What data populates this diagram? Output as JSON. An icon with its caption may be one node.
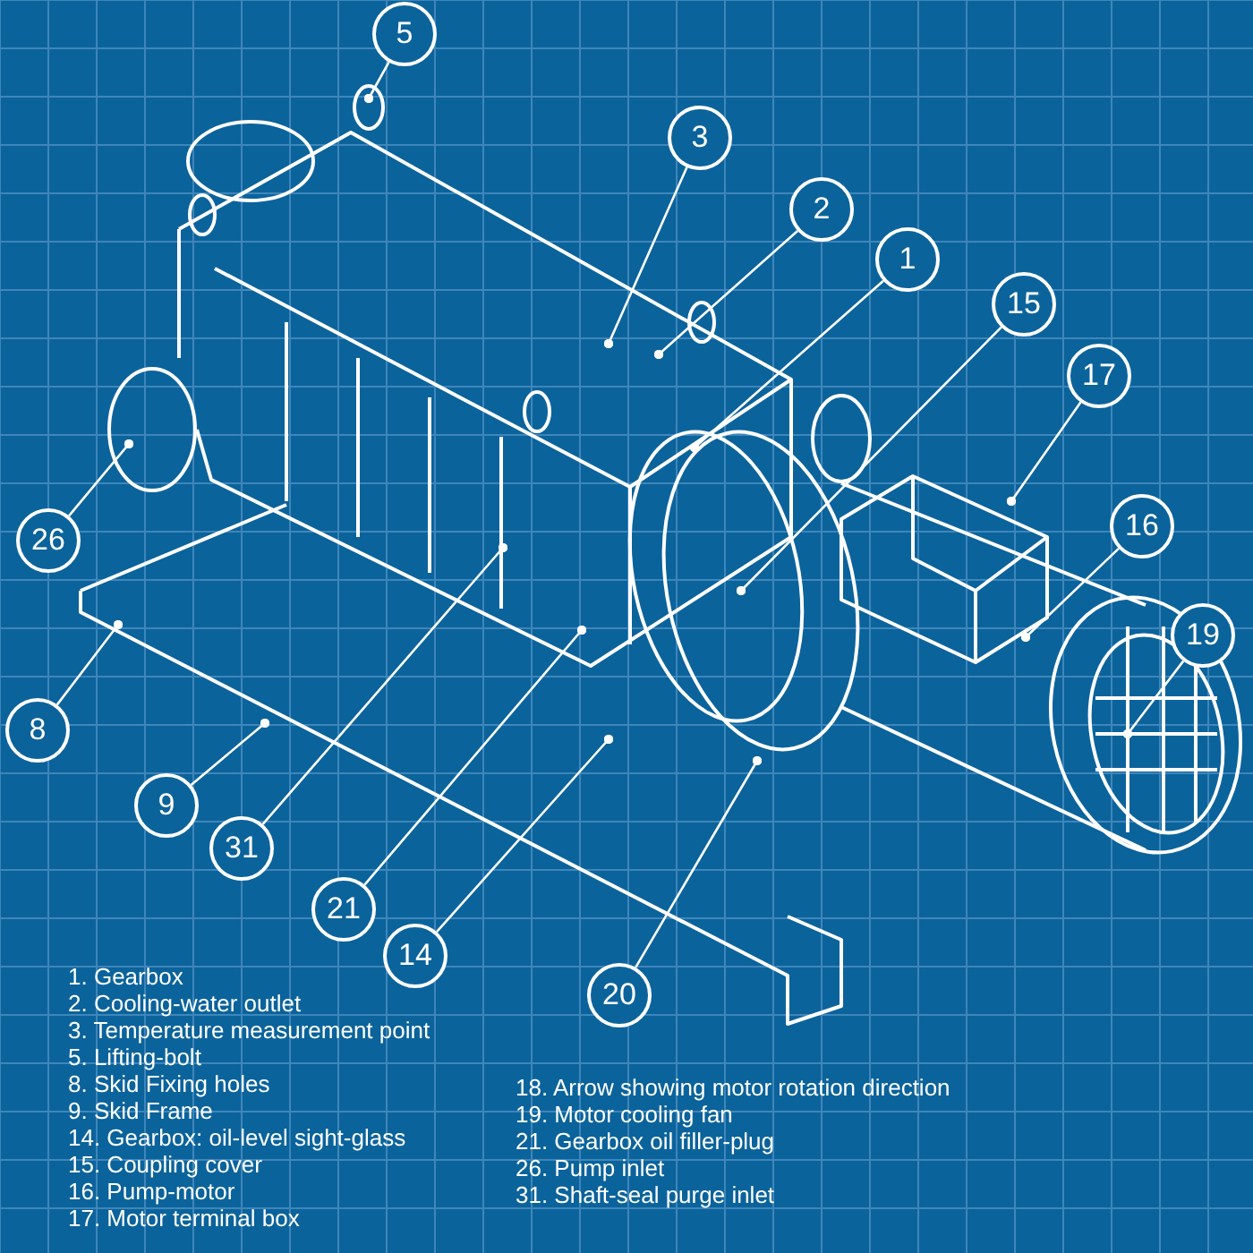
{
  "diagram": {
    "nodes": [
      {
        "text": [
          "5"
        ]
      },
      {
        "text": [
          "3"
        ]
      },
      {
        "text": [
          "2"
        ]
      },
      {
        "text": [
          "1"
        ]
      },
      {
        "text": [
          "15"
        ]
      },
      {
        "text": [
          "17"
        ]
      },
      {
        "text": [
          "16"
        ]
      },
      {
        "text": [
          "26"
        ]
      },
      {
        "text": [
          "19"
        ]
      },
      {
        "text": [
          "8"
        ]
      },
      {
        "text": [
          "9"
        ]
      },
      {
        "text": [
          "31"
        ]
      },
      {
        "text": [
          "21"
        ]
      },
      {
        "text": [
          "14"
        ]
      },
      {
        "text": [
          "20"
        ]
      }
    ],
    "edges": [
      {
        "from": 0,
        "to": null,
        "arrow": "other"
      },
      {
        "from": 1,
        "to": null,
        "arrow": "other"
      },
      {
        "from": 2,
        "to": null,
        "arrow": "other"
      },
      {
        "from": 3,
        "to": null,
        "arrow": "other"
      },
      {
        "from": 4,
        "to": null,
        "arrow": "other"
      },
      {
        "from": 5,
        "to": null,
        "arrow": "other"
      },
      {
        "from": 6,
        "to": null,
        "arrow": "other"
      },
      {
        "from": 7,
        "to": null,
        "arrow": "other"
      },
      {
        "from": 8,
        "to": null,
        "arrow": "other"
      },
      {
        "from": 9,
        "to": null,
        "arrow": "other"
      },
      {
        "from": 10,
        "to": null,
        "arrow": "other"
      },
      {
        "from": 11,
        "to": null,
        "arrow": "other"
      },
      {
        "from": 12,
        "to": null,
        "arrow": "other"
      },
      {
        "from": 13,
        "to": null,
        "arrow": "other"
      },
      {
        "from": 14,
        "to": null,
        "arrow": "other"
      }
    ],
    "labels": [
      "1. Gearbox",
      "2. Cooling-water outlet",
      "3. Temperature measurement point",
      "5. Lifting-bolt",
      "8. Skid Fixing holes",
      "9. Skid Frame",
      "14. Gearbox: oil-level sight-glass",
      "15. Coupling cover",
      "16. Pump-motor",
      "17. Motor terminal box",
      "18. Arrow showing motor rotation direction",
      "19. Motor cooling fan",
      "21. Gearbox oil filler-plug",
      "26. Pump inlet",
      "31. Shaft-seal purge inlet"
    ]
  }
}
